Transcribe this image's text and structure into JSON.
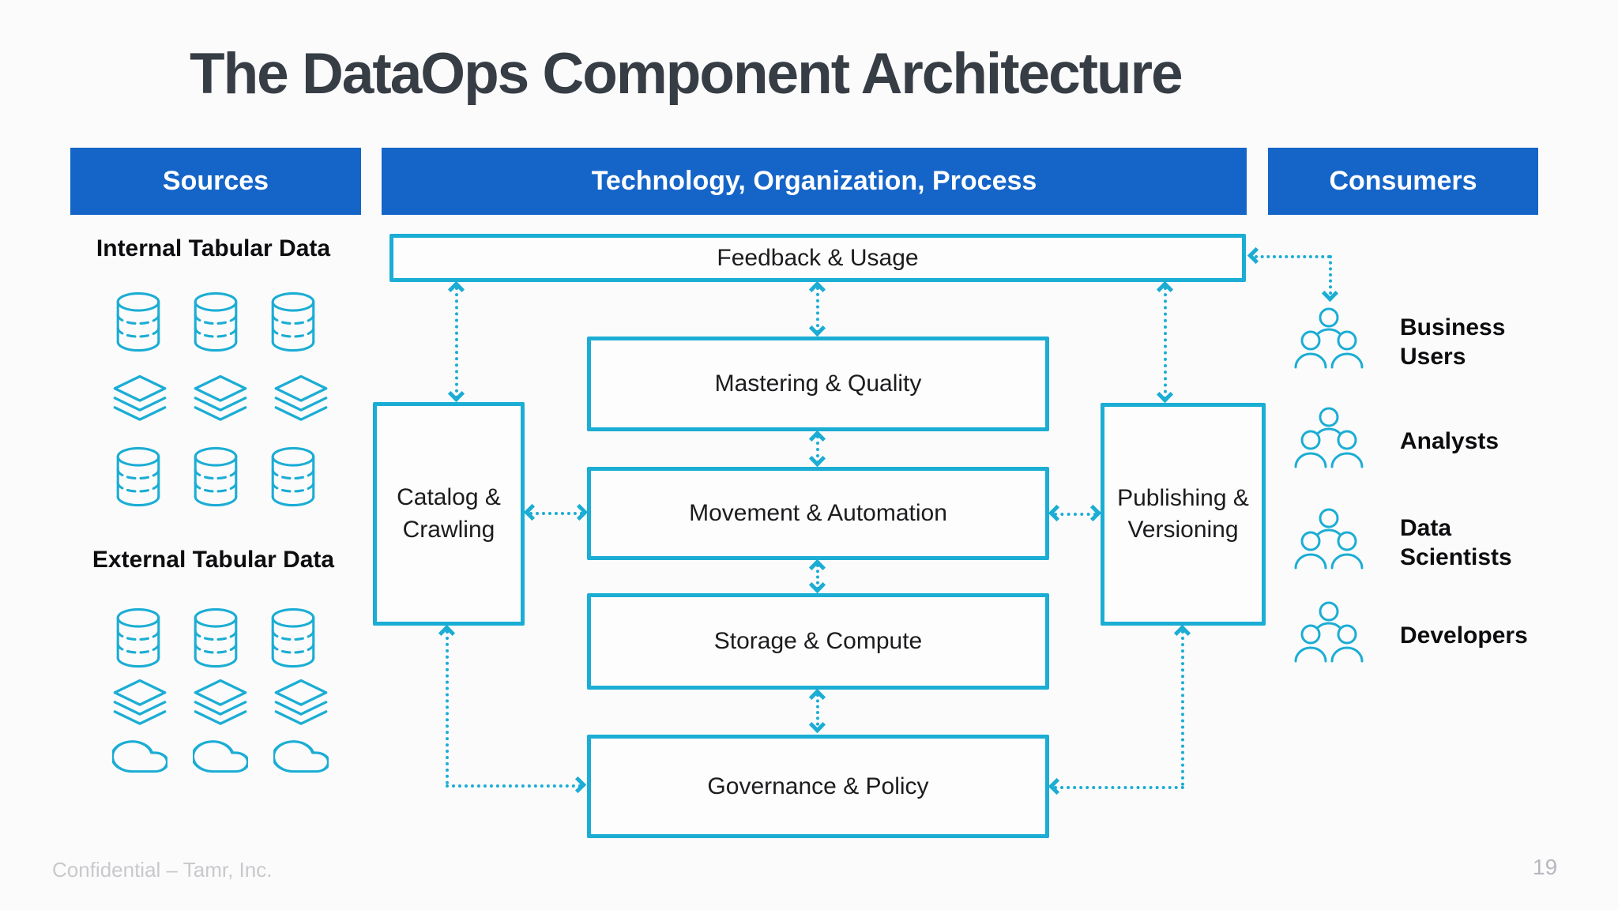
{
  "title": "The DataOps Component Architecture",
  "headers": {
    "sources": "Sources",
    "technology": "Technology, Organization, Process",
    "consumers": "Consumers"
  },
  "sources": {
    "internal_label": "Internal Tabular Data",
    "external_label": "External Tabular Data",
    "internal_rows": [
      "database",
      "layers",
      "database"
    ],
    "external_rows": [
      "database",
      "layers",
      "cloud"
    ]
  },
  "components": {
    "feedback": "Feedback & Usage",
    "mastering": "Mastering & Quality",
    "movement": "Movement & Automation",
    "storage": "Storage & Compute",
    "governance": "Governance & Policy",
    "catalog": "Catalog & Crawling",
    "publishing": "Publishing & Versioning"
  },
  "consumers": {
    "items": [
      {
        "label": "Business Users",
        "icon": "people"
      },
      {
        "label": "Analysts",
        "icon": "people"
      },
      {
        "label": "Data Scientists",
        "icon": "people"
      },
      {
        "label": "Developers",
        "icon": "people"
      }
    ]
  },
  "icons": {
    "database": "database-icon",
    "layers": "layers-icon",
    "cloud": "cloud-icon",
    "people": "people-group-icon"
  },
  "colors": {
    "header_blue": "#1565c8",
    "accent_cyan": "#1badd4",
    "title_ink": "#363d44",
    "footer_gray": "#c9c9cd"
  },
  "footer": {
    "confidential": "Confidential – Tamr, Inc.",
    "page_number": "19"
  }
}
